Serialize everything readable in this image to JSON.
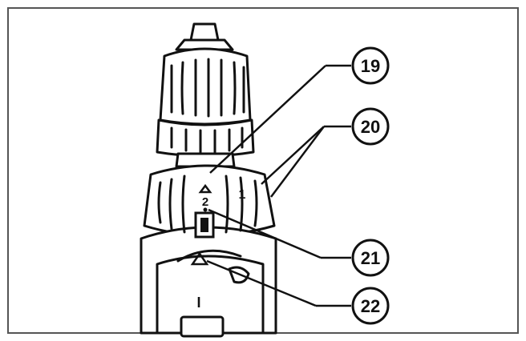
{
  "callouts": [
    {
      "id": "19",
      "label": "19"
    },
    {
      "id": "20",
      "label": "20"
    },
    {
      "id": "21",
      "label": "21"
    },
    {
      "id": "22",
      "label": "22"
    }
  ],
  "markings": {
    "collar_number": "1",
    "selector_top": "2",
    "body_switch": "I"
  },
  "colors": {
    "ink": "#111111",
    "paper": "#ffffff",
    "frame": "#555555"
  }
}
